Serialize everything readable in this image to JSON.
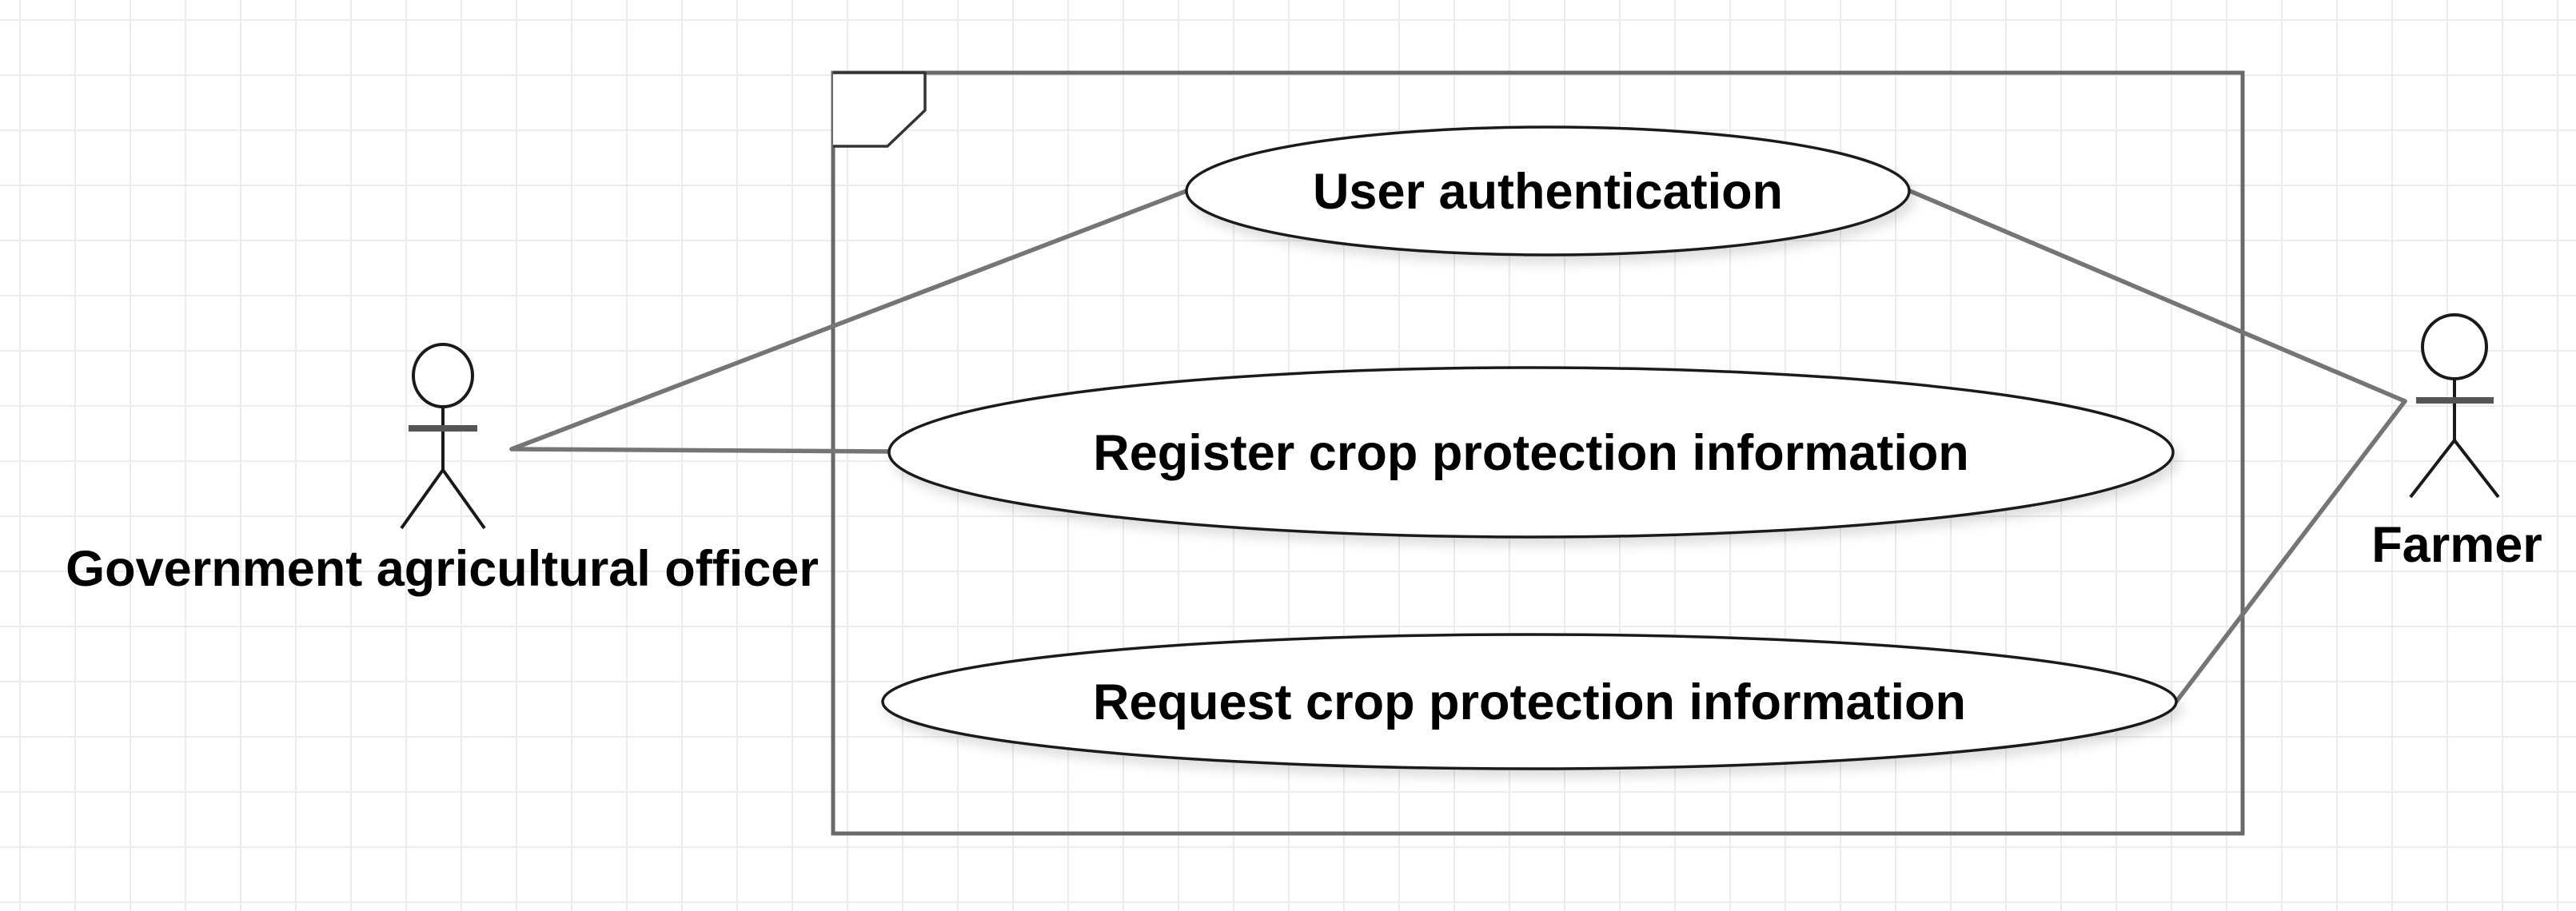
{
  "diagram_type": "uml-use-case-diagram",
  "colors": {
    "background": "#ffffff",
    "grid_line": "#ececec",
    "boundary_stroke": "#696969",
    "shape_stroke": "#1a1a1a",
    "shape_fill": "#ffffff",
    "connector_stroke": "#757575",
    "label_color": "#000000"
  },
  "actors": [
    {
      "name": "Government agricultural officer",
      "icon": "stick-figure-icon",
      "position": "left"
    },
    {
      "name": "Farmer",
      "icon": "stick-figure-icon",
      "position": "right"
    }
  ],
  "use_cases": [
    {
      "label": "User authentication"
    },
    {
      "label": "Register crop protection information"
    },
    {
      "label": "Request crop protection information"
    }
  ],
  "associations": [
    {
      "from": "Government agricultural officer",
      "to": "User authentication"
    },
    {
      "from": "Government agricultural officer",
      "to": "Register crop protection information"
    },
    {
      "from": "Farmer",
      "to": "User authentication"
    },
    {
      "from": "Farmer",
      "to": "Request crop protection information"
    }
  ]
}
